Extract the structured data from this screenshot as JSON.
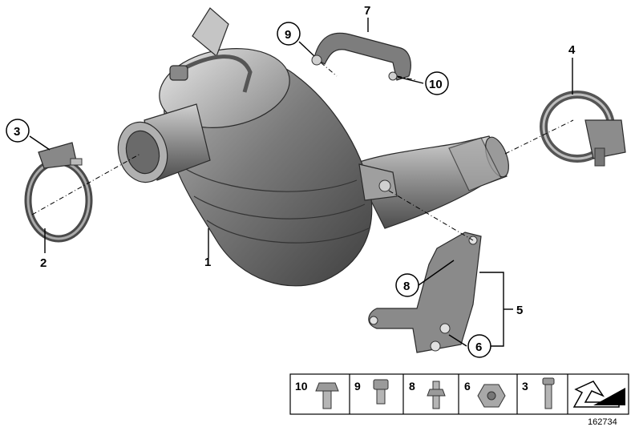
{
  "callouts": {
    "c1": "1",
    "c2": "2",
    "c3": "3",
    "c4": "4",
    "c5": "5",
    "c6": "6",
    "c7": "7",
    "c8": "8",
    "c9": "9",
    "c10": "10"
  },
  "legend": {
    "items": [
      "10",
      "9",
      "8",
      "6",
      "3"
    ]
  },
  "reference_number": "162734",
  "colors": {
    "metal_dark": "#5f5f5f",
    "metal_mid": "#8a8a8a",
    "metal_light": "#c8c8c8",
    "line": "#000000"
  },
  "icons": [
    "catalytic-converter",
    "clamp",
    "bracket",
    "bolt",
    "nut",
    "arrow-icon"
  ]
}
